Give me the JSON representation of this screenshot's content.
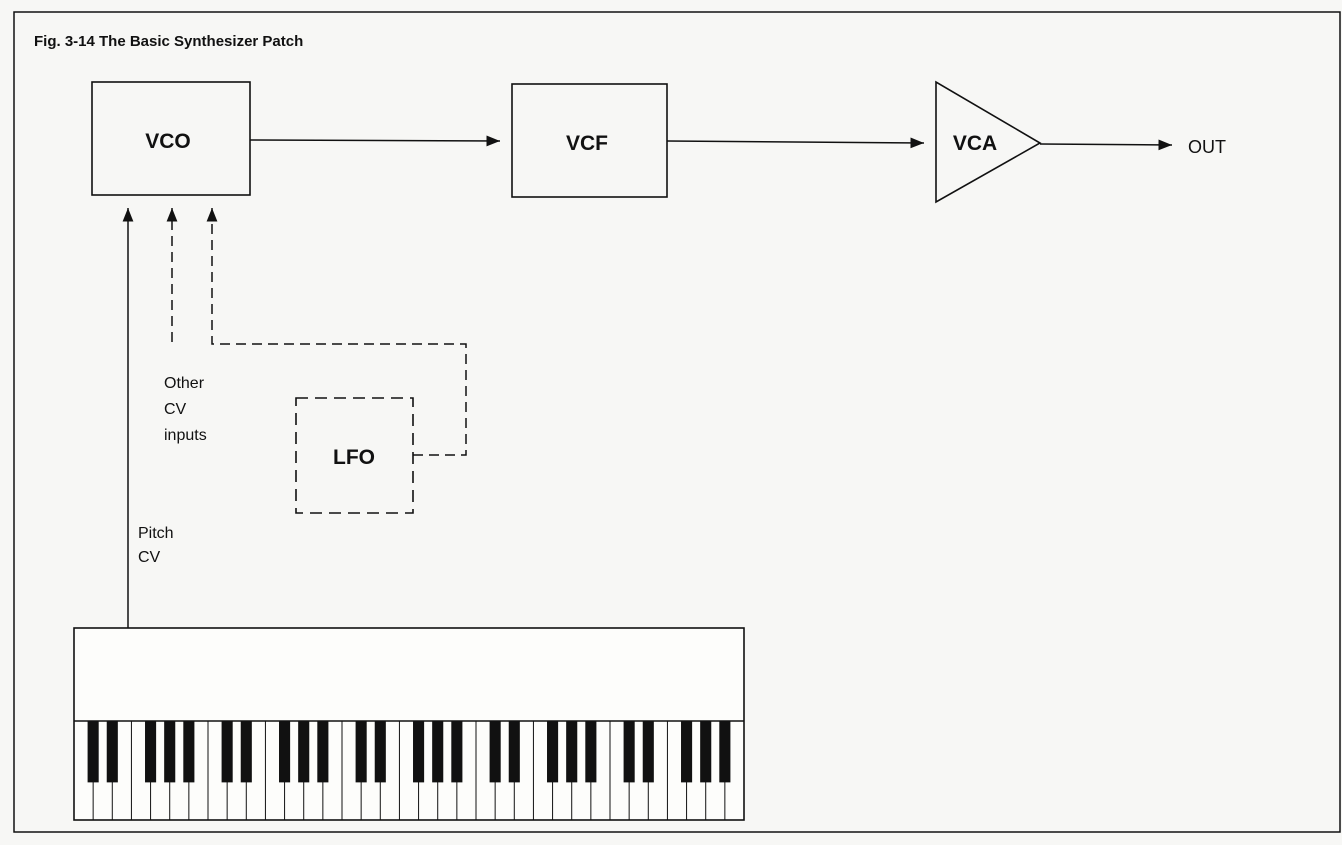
{
  "figure": {
    "title": "Fig. 3-14  The Basic Synthesizer Patch"
  },
  "blocks": {
    "vco": "VCO",
    "vcf": "VCF",
    "vca": "VCA",
    "lfo": "LFO"
  },
  "labels": {
    "out": "OUT",
    "other_cv": [
      "Other",
      "CV",
      "inputs"
    ],
    "pitch_cv": [
      "Pitch",
      "CV"
    ]
  },
  "keyboard": {
    "white_key_count": 35,
    "black_key_pattern": [
      1,
      1,
      0,
      1,
      1,
      1,
      0
    ]
  },
  "colors": {
    "ink": "#111111",
    "paper": "#f7f7f5"
  }
}
